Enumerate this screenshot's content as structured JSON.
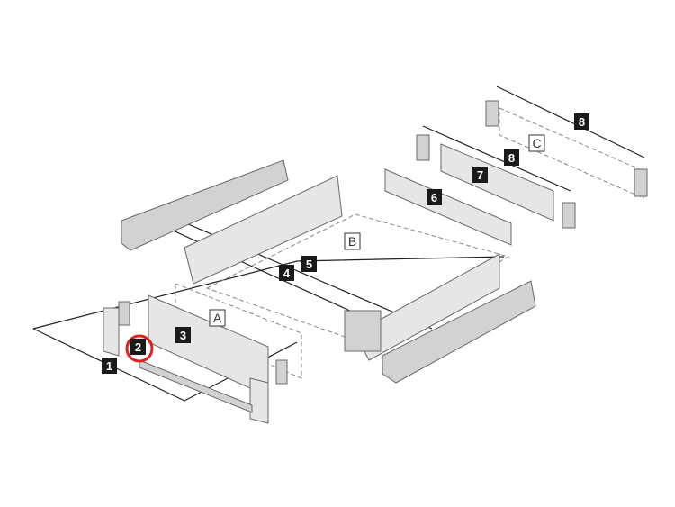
{
  "diagram": {
    "part_numbers": [
      "1",
      "2",
      "3",
      "4",
      "5",
      "6",
      "7",
      "8",
      "8"
    ],
    "section_letters": [
      "A",
      "B",
      "C"
    ],
    "highlight_color": "#e0201b",
    "highlighted_part": "2"
  }
}
